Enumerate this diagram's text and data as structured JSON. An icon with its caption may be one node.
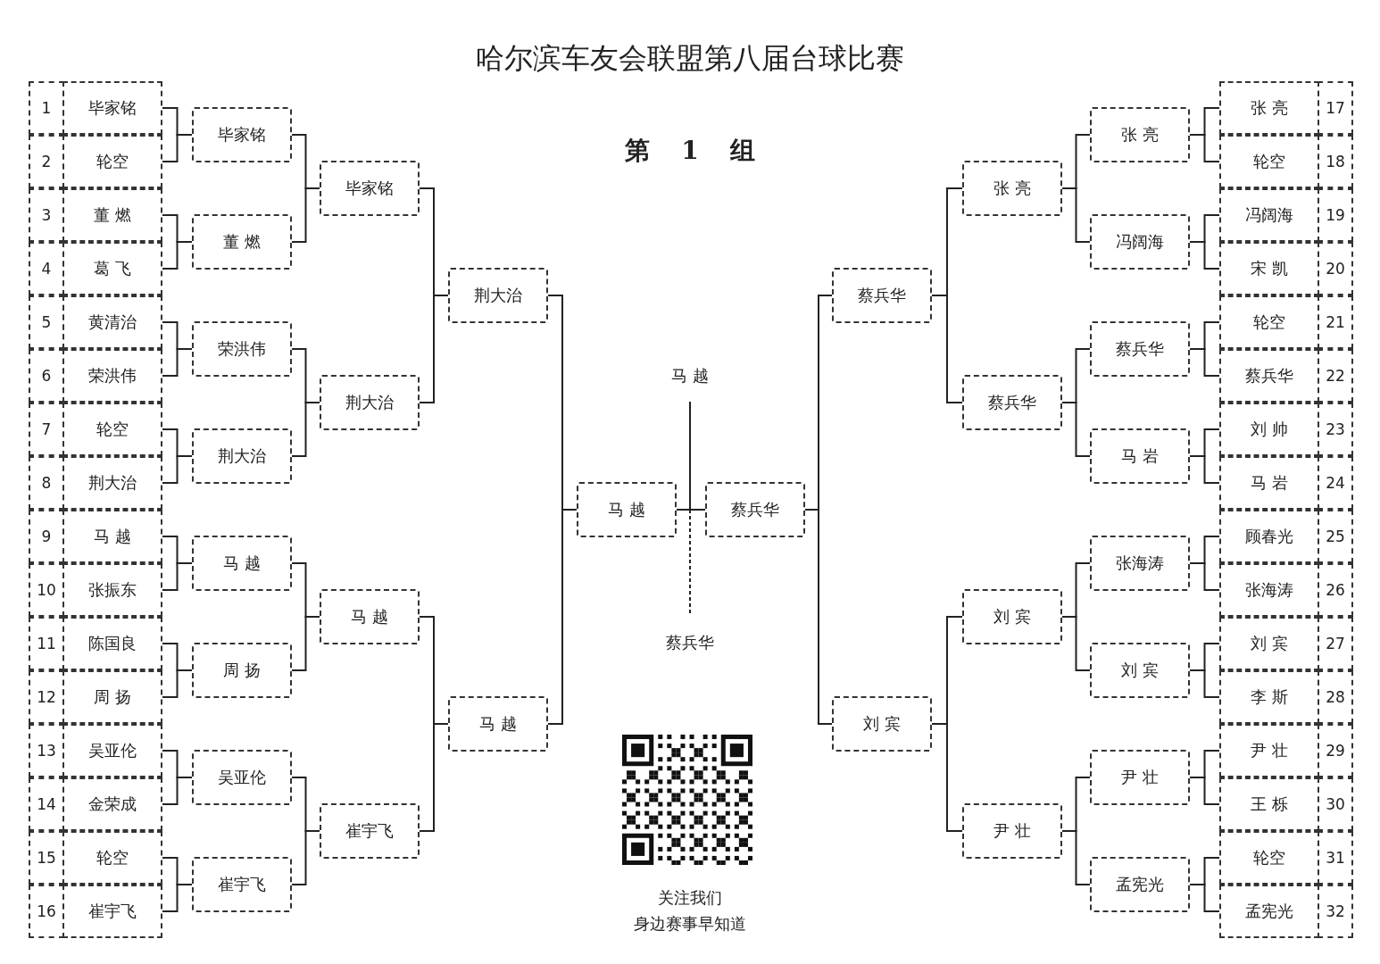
{
  "diagram": {
    "title": "哈尔滨车友会联盟第八届台球比赛",
    "nodes": [
      {
        "text": [
          "毕家铭"
        ],
        "beside": [
          "1"
        ]
      },
      {
        "text": [
          "轮空"
        ],
        "beside": [
          "2"
        ]
      },
      {
        "text": [
          "董 燃"
        ],
        "beside": [
          "3"
        ]
      },
      {
        "text": [
          "葛 飞"
        ],
        "beside": [
          "4"
        ]
      },
      {
        "text": [
          "黄清治"
        ],
        "beside": [
          "5"
        ]
      },
      {
        "text": [
          "荣洪伟"
        ],
        "beside": [
          "6"
        ]
      },
      {
        "text": [
          "轮空"
        ],
        "beside": [
          "7"
        ]
      },
      {
        "text": [
          "荆大治"
        ],
        "beside": [
          "8"
        ]
      },
      {
        "text": [
          "马 越"
        ],
        "beside": [
          "9"
        ]
      },
      {
        "text": [
          "张振东"
        ],
        "beside": [
          "10"
        ]
      },
      {
        "text": [
          "陈国良"
        ],
        "beside": [
          "11"
        ]
      },
      {
        "text": [
          "周 扬"
        ],
        "beside": [
          "12"
        ]
      },
      {
        "text": [
          "吴亚伦"
        ],
        "beside": [
          "13"
        ]
      },
      {
        "text": [
          "金荣成"
        ],
        "beside": [
          "14"
        ]
      },
      {
        "text": [
          "轮空"
        ],
        "beside": [
          "15"
        ]
      },
      {
        "text": [
          "崔宇飞"
        ],
        "beside": [
          "16"
        ]
      },
      {
        "text": [
          "毕家铭"
        ]
      },
      {
        "text": [
          "董 燃"
        ]
      },
      {
        "text": [
          "荣洪伟"
        ]
      },
      {
        "text": [
          "荆大治"
        ]
      },
      {
        "text": [
          "马 越"
        ]
      },
      {
        "text": [
          "周 扬"
        ]
      },
      {
        "text": [
          "吴亚伦"
        ]
      },
      {
        "text": [
          "崔宇飞"
        ]
      },
      {
        "text": [
          "毕家铭"
        ]
      },
      {
        "text": [
          "荆大治"
        ]
      },
      {
        "text": [
          "马 越"
        ]
      },
      {
        "text": [
          "崔宇飞"
        ]
      },
      {
        "text": [
          "荆大治"
        ]
      },
      {
        "text": [
          "马 越"
        ]
      },
      {
        "text": [
          "马 越"
        ]
      },
      {
        "text": [
          "蔡兵华"
        ]
      },
      {
        "text": [
          "蔡兵华"
        ]
      },
      {
        "text": [
          "刘 宾"
        ]
      },
      {
        "text": [
          "张 亮"
        ]
      },
      {
        "text": [
          "蔡兵华"
        ]
      },
      {
        "text": [
          "刘 宾"
        ]
      },
      {
        "text": [
          "尹 壮"
        ]
      },
      {
        "text": [
          "张 亮"
        ]
      },
      {
        "text": [
          "冯阔海"
        ]
      },
      {
        "text": [
          "蔡兵华"
        ]
      },
      {
        "text": [
          "马 岩"
        ]
      },
      {
        "text": [
          "张海涛"
        ]
      },
      {
        "text": [
          "刘 宾"
        ]
      },
      {
        "text": [
          "尹 壮"
        ]
      },
      {
        "text": [
          "孟宪光"
        ]
      },
      {
        "text": [
          "张 亮"
        ],
        "beside": [
          "17"
        ]
      },
      {
        "text": [
          "轮空"
        ],
        "beside": [
          "18"
        ]
      },
      {
        "text": [
          "冯阔海"
        ],
        "beside": [
          "19"
        ]
      },
      {
        "text": [
          "宋 凯"
        ],
        "beside": [
          "20"
        ]
      },
      {
        "text": [
          "轮空"
        ],
        "beside": [
          "21"
        ]
      },
      {
        "text": [
          "蔡兵华"
        ],
        "beside": [
          "22"
        ]
      },
      {
        "text": [
          "刘 帅"
        ],
        "beside": [
          "23"
        ]
      },
      {
        "text": [
          "马 岩"
        ],
        "beside": [
          "24"
        ]
      },
      {
        "text": [
          "顾春光"
        ],
        "beside": [
          "25"
        ]
      },
      {
        "text": [
          "张海涛"
        ],
        "beside": [
          "26"
        ]
      },
      {
        "text": [
          "刘 宾"
        ],
        "beside": [
          "27"
        ]
      },
      {
        "text": [
          "李 斯"
        ],
        "beside": [
          "28"
        ]
      },
      {
        "text": [
          "尹 壮"
        ],
        "beside": [
          "29"
        ]
      },
      {
        "text": [
          "王 栎"
        ],
        "beside": [
          "30"
        ]
      },
      {
        "text": [
          "轮空"
        ],
        "beside": [
          "31"
        ]
      },
      {
        "text": [
          "孟宪光"
        ],
        "beside": [
          "32"
        ]
      }
    ],
    "edges": [
      {
        "from": 0,
        "to": 16,
        "arrow": "none"
      },
      {
        "from": 1,
        "to": 16,
        "arrow": "none"
      },
      {
        "from": 2,
        "to": 17,
        "arrow": "none"
      },
      {
        "from": 3,
        "to": 17,
        "arrow": "none"
      },
      {
        "from": 4,
        "to": 18,
        "arrow": "none"
      },
      {
        "from": 5,
        "to": 18,
        "arrow": "none"
      },
      {
        "from": 6,
        "to": 19,
        "arrow": "none"
      },
      {
        "from": 7,
        "to": 19,
        "arrow": "none"
      },
      {
        "from": 8,
        "to": 20,
        "arrow": "none"
      },
      {
        "from": 9,
        "to": 20,
        "arrow": "none"
      },
      {
        "from": 10,
        "to": 21,
        "arrow": "none"
      },
      {
        "from": 11,
        "to": 21,
        "arrow": "none"
      },
      {
        "from": 12,
        "to": 22,
        "arrow": "none"
      },
      {
        "from": 13,
        "to": 22,
        "arrow": "none"
      },
      {
        "from": 14,
        "to": 23,
        "arrow": "none"
      },
      {
        "from": 15,
        "to": 23,
        "arrow": "none"
      },
      {
        "from": 16,
        "to": 24,
        "arrow": "none"
      },
      {
        "from": 17,
        "to": 24,
        "arrow": "none"
      },
      {
        "from": 18,
        "to": 25,
        "arrow": "none"
      },
      {
        "from": 19,
        "to": 25,
        "arrow": "none"
      },
      {
        "from": 20,
        "to": 26,
        "arrow": "none"
      },
      {
        "from": 21,
        "to": 26,
        "arrow": "none"
      },
      {
        "from": 22,
        "to": 27,
        "arrow": "none"
      },
      {
        "from": 23,
        "to": 27,
        "arrow": "none"
      },
      {
        "from": 24,
        "to": 28,
        "arrow": "none"
      },
      {
        "from": 25,
        "to": 28,
        "arrow": "none"
      },
      {
        "from": 26,
        "to": 29,
        "arrow": "none"
      },
      {
        "from": 27,
        "to": 29,
        "arrow": "none"
      },
      {
        "from": 28,
        "to": 30,
        "arrow": "none"
      },
      {
        "from": 29,
        "to": 30,
        "arrow": "none"
      },
      {
        "from": 30,
        "to": 31,
        "arrow": "none"
      },
      {
        "from": 32,
        "to": 31,
        "arrow": "none"
      },
      {
        "from": 33,
        "to": 31,
        "arrow": "none"
      },
      {
        "from": 34,
        "to": 32,
        "arrow": "none"
      },
      {
        "from": 35,
        "to": 32,
        "arrow": "none"
      },
      {
        "from": 36,
        "to": 33,
        "arrow": "none"
      },
      {
        "from": 37,
        "to": 33,
        "arrow": "none"
      },
      {
        "from": 38,
        "to": 34,
        "arrow": "none"
      },
      {
        "from": 39,
        "to": 34,
        "arrow": "none"
      },
      {
        "from": 40,
        "to": 35,
        "arrow": "none"
      },
      {
        "from": 41,
        "to": 35,
        "arrow": "none"
      },
      {
        "from": 42,
        "to": 36,
        "arrow": "none"
      },
      {
        "from": 43,
        "to": 36,
        "arrow": "none"
      },
      {
        "from": 44,
        "to": 37,
        "arrow": "none"
      },
      {
        "from": 45,
        "to": 37,
        "arrow": "none"
      },
      {
        "from": 46,
        "to": 38,
        "arrow": "none"
      },
      {
        "from": 47,
        "to": 38,
        "arrow": "none"
      },
      {
        "from": 48,
        "to": 39,
        "arrow": "none"
      },
      {
        "from": 49,
        "to": 39,
        "arrow": "none"
      },
      {
        "from": 50,
        "to": 40,
        "arrow": "none"
      },
      {
        "from": 51,
        "to": 40,
        "arrow": "none"
      },
      {
        "from": 52,
        "to": 41,
        "arrow": "none"
      },
      {
        "from": 53,
        "to": 41,
        "arrow": "none"
      },
      {
        "from": 54,
        "to": 42,
        "arrow": "none"
      },
      {
        "from": 55,
        "to": 42,
        "arrow": "none"
      },
      {
        "from": 56,
        "to": 43,
        "arrow": "none"
      },
      {
        "from": 57,
        "to": 43,
        "arrow": "none"
      },
      {
        "from": 58,
        "to": 44,
        "arrow": "none"
      },
      {
        "from": 59,
        "to": 44,
        "arrow": "none"
      },
      {
        "from": 60,
        "to": 45,
        "arrow": "none"
      },
      {
        "from": 61,
        "to": 45,
        "arrow": "none"
      }
    ],
    "labels": [
      "第 1 组",
      "马 越",
      "蔡兵华",
      "关注我们",
      "身边赛事早知道"
    ]
  }
}
